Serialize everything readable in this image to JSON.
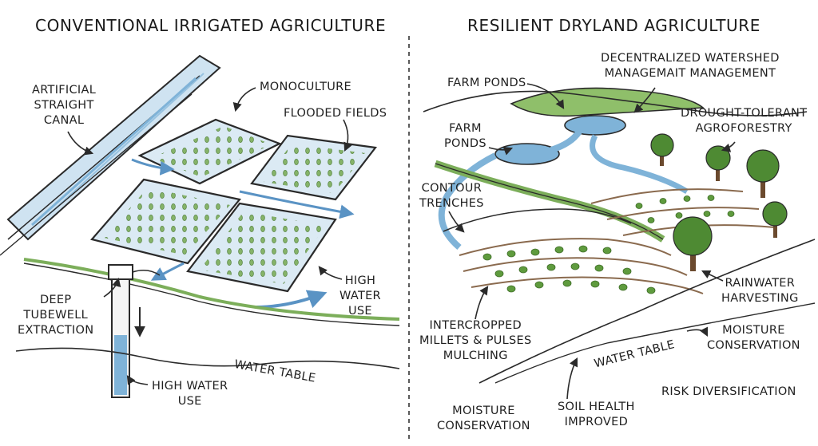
{
  "colors": {
    "water": "#7fb3d8",
    "water_light": "#cfe3f1",
    "ink": "#2a2a2a",
    "grass": "#7cae5a",
    "crop": "#5f9b3e",
    "hill": "#8fbf6a",
    "tree": "#4e8a33",
    "trunk": "#6b4a2e",
    "soil": "#8a6a4e"
  },
  "left_panel": {
    "title": "CONVENTIONAL IRRIGATED AGRICULTURE",
    "labels": {
      "canal_l1": "ARTIFICIAL",
      "canal_l2": "STRAIGHT",
      "canal_l3": "CANAL",
      "monoculture": "MONOCULTURE",
      "flooded": "FLOODED FIELDS",
      "tubewell_l1": "DEEP",
      "tubewell_l2": "TUBEWELL",
      "tubewell_l3": "EXTRACTION",
      "high_water_use_1_l1": "HIGH",
      "high_water_use_1_l2": "WATER",
      "high_water_use_1_l3": "USE",
      "high_water_use_2_l1": "HIGH WATER",
      "high_water_use_2_l2": "USE",
      "water_table": "WATER TABLE"
    }
  },
  "right_panel": {
    "title": "RESILIENT DRYLAND AGRICULTURE",
    "labels": {
      "watershed_l1": "DECENTRALIZED WATERSHED",
      "watershed_l2": "MANAGEMAIT MANAGEMENT",
      "farm_ponds_1": "FARM PONDS",
      "farm_ponds_2_l1": "FARM",
      "farm_ponds_2_l2": "PONDS",
      "agroforestry_l1": "DROUGHT-TOLERANT",
      "agroforestry_l2": "AGROFORESTRY",
      "contour_l1": "CONTOUR",
      "contour_l2": "TRENCHES",
      "rainwater_l1": "RAINWATER",
      "rainwater_l2": "HARVESTING",
      "intercrop_l1": "INTERCROPPED",
      "intercrop_l2": "MILLETS & PULSES",
      "intercrop_l3": "MULCHING",
      "moisture_right_l1": "MOISTURE",
      "moisture_right_l2": "CONSERVATION",
      "water_table": "WATER TABLE",
      "risk": "RISK DIVERSIFICATION",
      "moisture_bottom_l1": "MOISTURE",
      "moisture_bottom_l2": "CONSERVATION",
      "soil_l1": "SOIL HEALTH",
      "soil_l2": "IMPROVED"
    }
  }
}
